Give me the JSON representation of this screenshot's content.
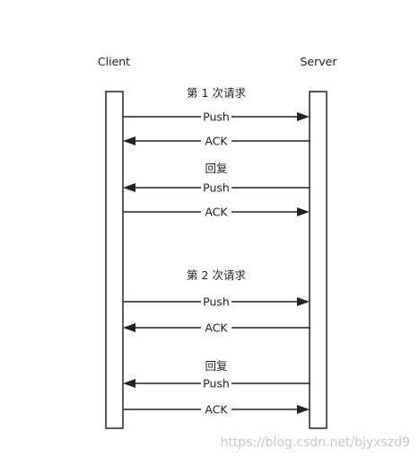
{
  "participants": {
    "client": "Client",
    "server": "Server"
  },
  "messages": [
    {
      "kind": "note",
      "text": "第 1 次请求"
    },
    {
      "kind": "arrow",
      "direction": "right",
      "text": "Push"
    },
    {
      "kind": "arrow",
      "direction": "left",
      "text": "ACK"
    },
    {
      "kind": "note",
      "text": "回复"
    },
    {
      "kind": "arrow",
      "direction": "left",
      "text": "Push"
    },
    {
      "kind": "arrow",
      "direction": "right",
      "text": "ACK"
    },
    {
      "kind": "note",
      "text": "第 2 次请求"
    },
    {
      "kind": "arrow",
      "direction": "right",
      "text": "Push"
    },
    {
      "kind": "arrow",
      "direction": "left",
      "text": "ACK"
    },
    {
      "kind": "note",
      "text": "回复"
    },
    {
      "kind": "arrow",
      "direction": "left",
      "text": "Push"
    },
    {
      "kind": "arrow",
      "direction": "right",
      "text": "ACK"
    }
  ],
  "watermark": "https://blog.csdn.net/bjyxszd9",
  "colors": {
    "line": "#222222",
    "text": "#222222",
    "watermark": "#c8c8c8"
  }
}
